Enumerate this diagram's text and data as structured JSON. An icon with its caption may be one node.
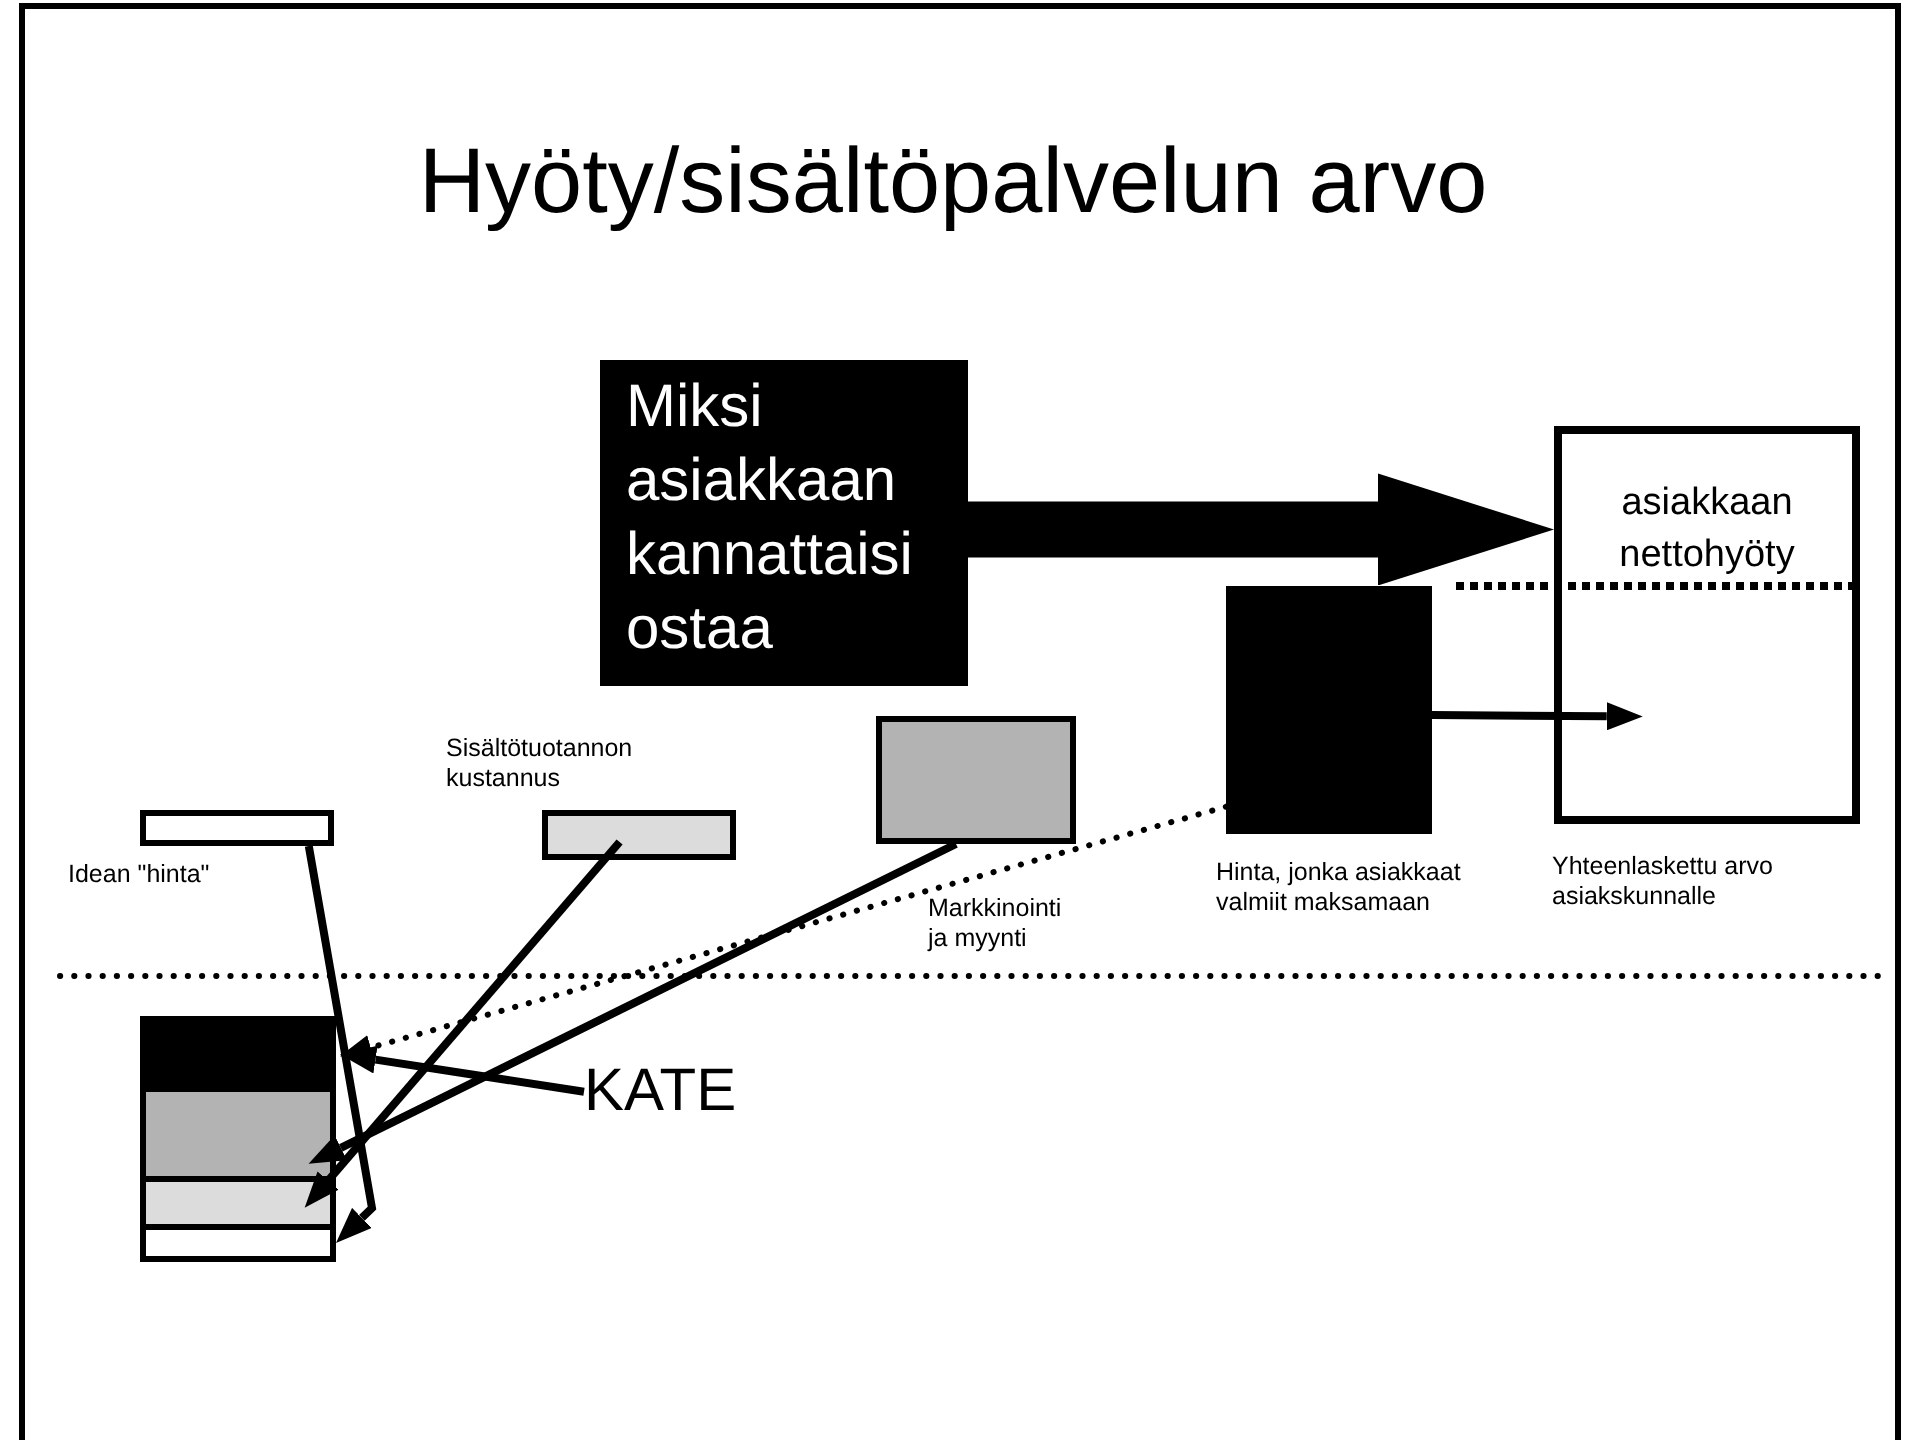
{
  "diagram": {
    "title": "Hyöty/sisältöpalvelun arvo",
    "nodes": [
      {
        "text": [
          "Miksi asiakkaan kannattaisi ostaa"
        ]
      },
      {
        "text": [
          "asiakkaan nettohyöty"
        ],
        "beside": [
          "Yhteenlaskettu arvo asiakskunnalle"
        ]
      },
      {
        "text": [],
        "shape": "box",
        "beside": [
          "Hinta, jonka asiakkaat valmiit maksamaan"
        ]
      },
      {
        "text": [],
        "shape": "box",
        "beside": [
          "Markkinointi ja myynti"
        ]
      },
      {
        "text": [],
        "shape": "box",
        "beside": [
          "Sisältötuotannon kustannus"
        ]
      },
      {
        "text": [],
        "shape": "box",
        "beside": [
          "Idean \"hinta\""
        ]
      },
      {
        "text": [],
        "shape": "box"
      },
      {
        "text": [],
        "shape": "box"
      },
      {
        "text": [],
        "shape": "box"
      },
      {
        "text": [],
        "shape": "box"
      },
      {
        "text": [
          "KATE"
        ]
      }
    ],
    "edges": [
      {
        "from": 0,
        "to": 1,
        "arrow": "to",
        "style": "thick"
      },
      {
        "from": 2,
        "to": 1,
        "arrow": "to"
      },
      {
        "from": 5,
        "to": 9,
        "arrow": "to"
      },
      {
        "from": 4,
        "to": 8,
        "arrow": "to"
      },
      {
        "from": 3,
        "to": 7,
        "arrow": "to"
      },
      {
        "from": 2,
        "to": 6,
        "arrow": "to",
        "style": "dashed"
      },
      {
        "from": 10,
        "to": 6,
        "arrow": "to"
      }
    ]
  }
}
